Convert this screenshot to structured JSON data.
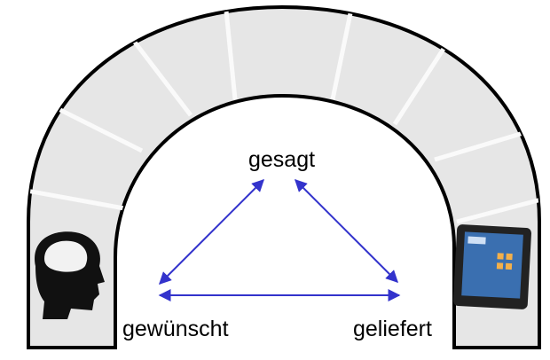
{
  "labels": {
    "top": "gesagt",
    "left": "gewünscht",
    "right": "geliefert"
  },
  "icons": {
    "left": "head-silhouette-icon",
    "right": "tablet-icon"
  },
  "colors": {
    "arrow": "#3333cc",
    "stone": "#e6e6e6",
    "outline": "#000000"
  }
}
